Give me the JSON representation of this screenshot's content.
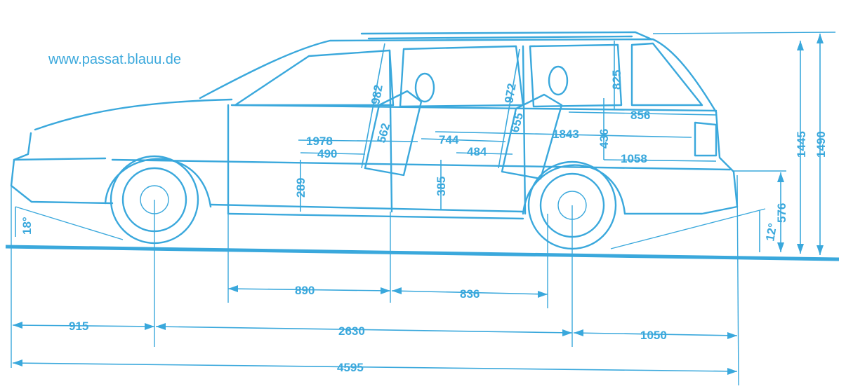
{
  "watermark": "www.passat.blauu.de",
  "colors": {
    "line": "#3aa8dc",
    "background": "#ffffff"
  },
  "dimensions": {
    "overall_length": "4595",
    "front_overhang": "915",
    "wheelbase": "2630",
    "rear_overhang": "1050",
    "front_seat_spacing": "890",
    "rear_seat_spacing": "836",
    "overall_height": "1490",
    "height_body": "1445",
    "rear_height": "576",
    "front_headroom": "982",
    "rear_headroom": "972",
    "cargo_height": "825",
    "cargo_length_upper": "856",
    "cargo_length_folded": "1843",
    "cargo_length_floor": "1058",
    "sill_height": "436",
    "front_legroom_total": "1978",
    "front_seat_depth": "490",
    "front_seat_height": "289",
    "front_backrest": "562",
    "rear_seat_position": "744",
    "rear_seat_depth": "484",
    "rear_seat_height": "385",
    "rear_backrest": "655",
    "approach_angle": "18°",
    "departure_angle": "12°"
  }
}
